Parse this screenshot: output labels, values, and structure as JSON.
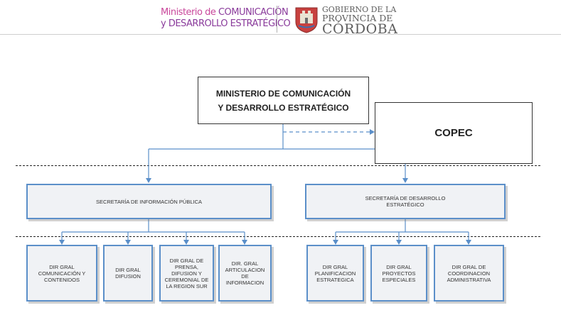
{
  "header": {
    "ministry_logo": {
      "line1_a": "Ministerio de ",
      "line1_b": "COMUNICACIÓN",
      "line2": "y DESARROLLO ESTRATÉGICO"
    },
    "government_logo": {
      "line1": "GOBIERNO DE LA",
      "line2": "PROVINCIA DE",
      "line3": "CÓRDOBA"
    }
  },
  "org_chart": {
    "top": "MINISTERIO DE COMUNICACIÓN\nY DESARROLLO ESTRATÉGICO",
    "advisory": "COPEC",
    "secretariats": [
      {
        "label": "SECRETARÍA DE INFORMACIÓN PÚBLICA",
        "units": [
          "DIR GRAL\nCOMUNICACIÓN Y\nCONTENIDOS",
          "DIR GRAL\nDIFUSION",
          "DIR GRAL DE\nPRENSA,\nDIFUSION Y\nCEREMONIAL DE\nLA REGION SUR",
          "DIR. GRAL\nARTICULACION\nDE\nINFORMACION"
        ]
      },
      {
        "label": "SECRETARÍA DE DESARROLLO\nESTRATÉGICO",
        "units": [
          "DIR GRAL\nPLANIFICACION\nESTRATEGICA",
          "DIR GRAL\nPROYECTOS\nESPECIALES",
          "DIR GRAL DE\nCOORDINACION\nADMINISTRATIVA"
        ]
      }
    ]
  },
  "colors": {
    "connector": "#5b8fc9",
    "box_border": "#5b8fc9",
    "box_fill": "#f0f2f5",
    "logo_pink": "#c9479b",
    "logo_purple": "#8a3b9b",
    "seal_red": "#c8413f"
  }
}
